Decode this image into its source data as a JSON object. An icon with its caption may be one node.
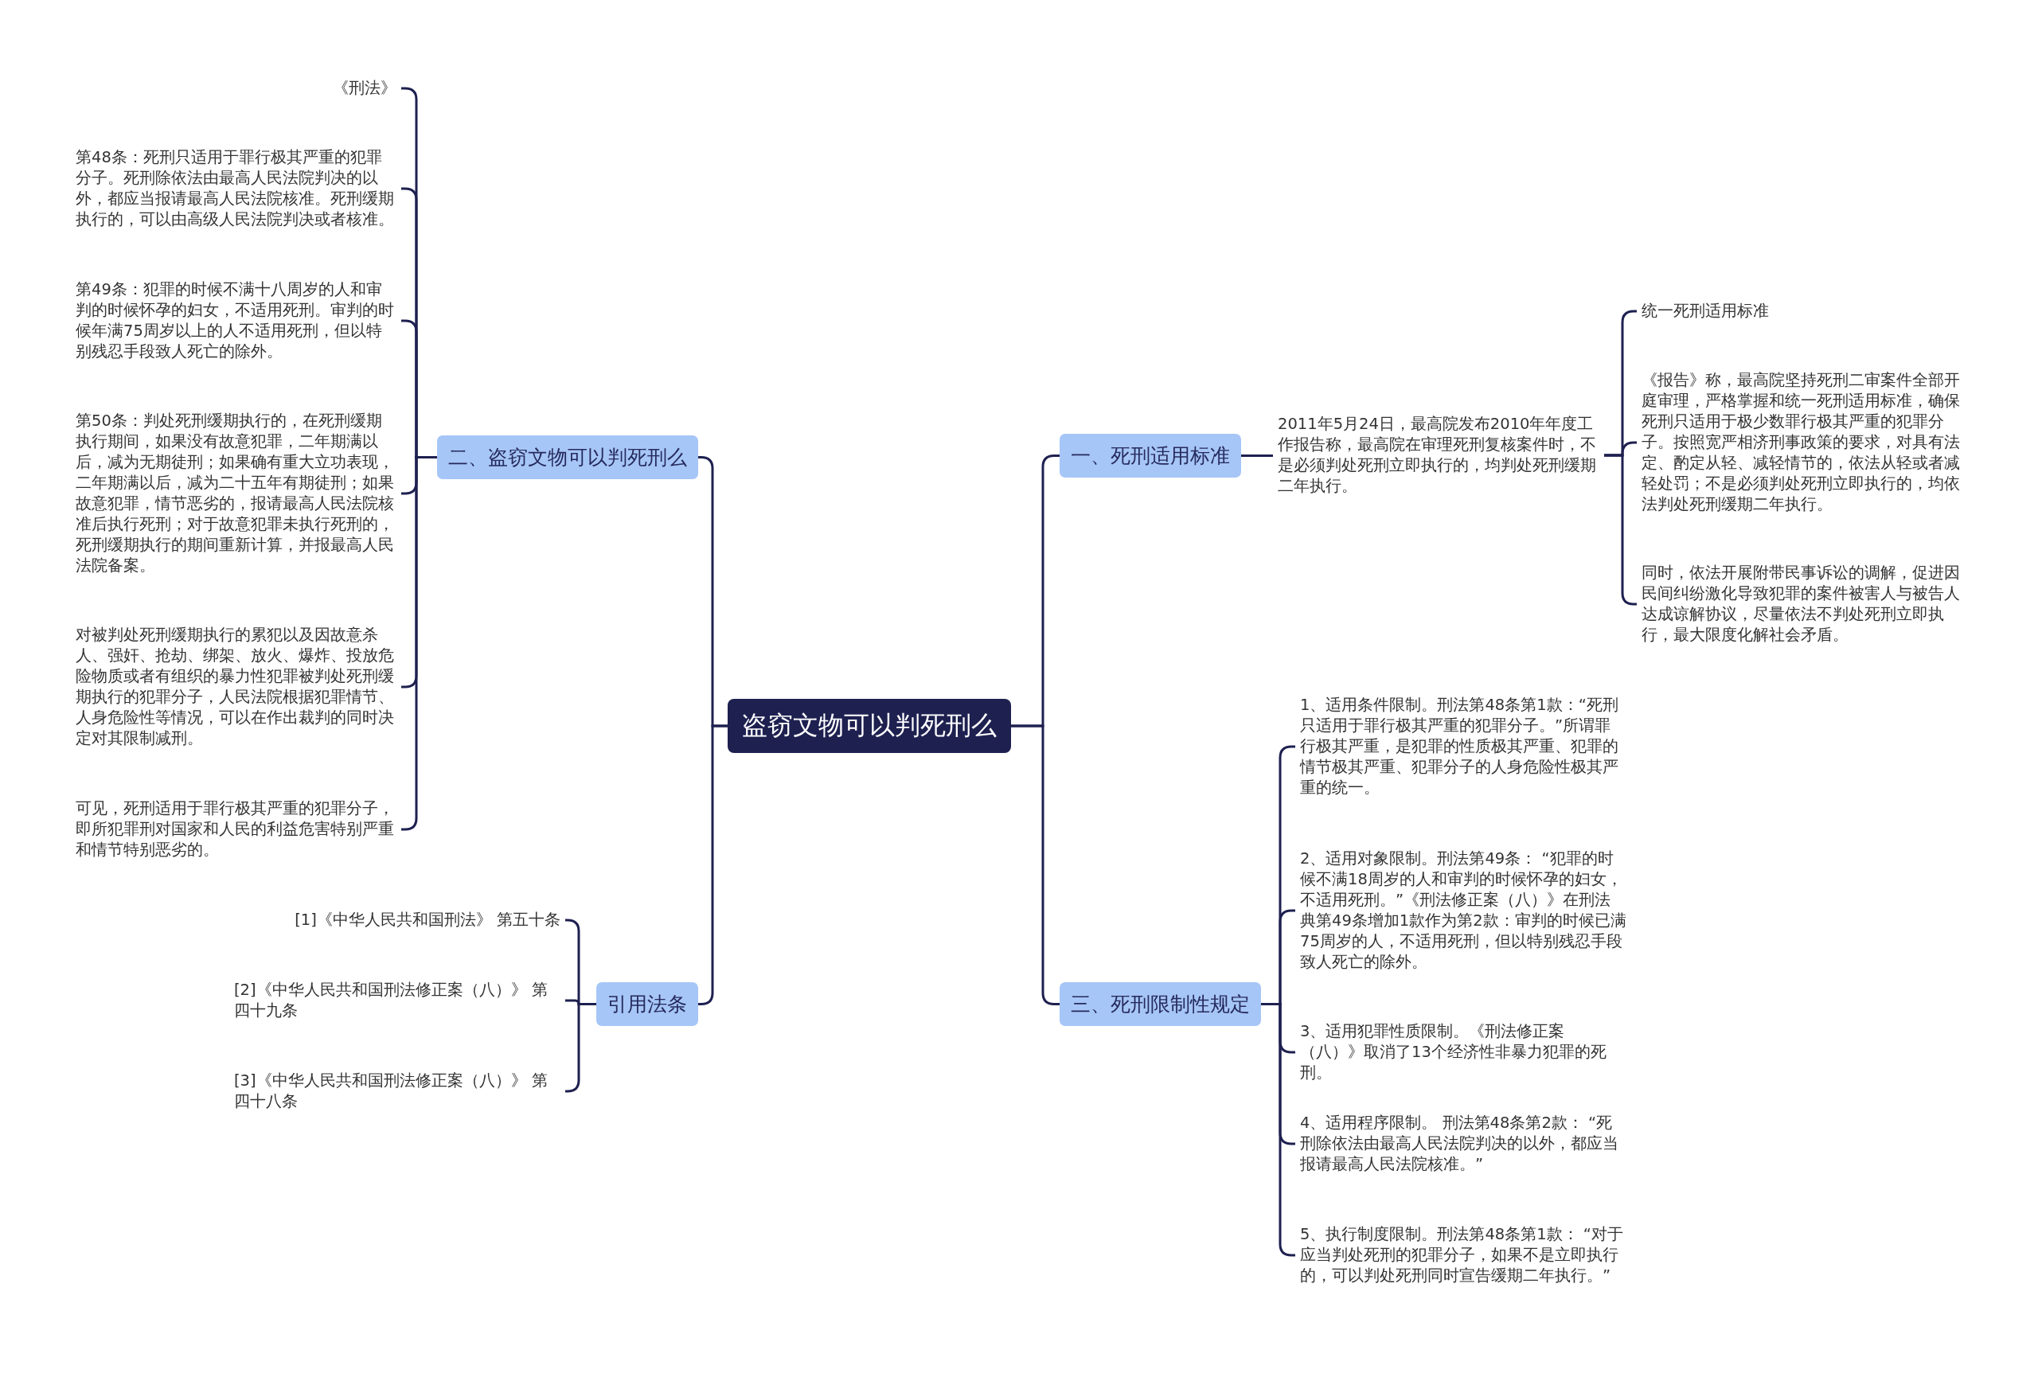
{
  "diagram": {
    "nodes": [
      {
        "text": [
          "盗窃文物可以判死刑么"
        ]
      },
      {
        "text": [
          "一、死刑适用标准"
        ]
      },
      {
        "text": [
          "2011年5月24日，最高院发布2010年年度工作报告称，最高院在审理死刑复核案件时，不是必须判处死刑立即执行的，均判处死刑缓期二年执行。"
        ]
      },
      {
        "text": [
          "统一死刑适用标准"
        ]
      },
      {
        "text": [
          "《报告》称，最高院坚持死刑二审案件全部开庭审理，严格掌握和统一死刑适用标准，确保死刑只适用于极少数罪行极其严重的犯罪分子。按照宽严相济刑事政策的要求，对具有法定、酌定从轻、减轻情节的，依法从轻或者减轻处罚；不是必须判处死刑立即执行的，均依法判处死刑缓期二年执行。"
        ]
      },
      {
        "text": [
          "同时，依法开展附带民事诉讼的调解，促进因民间纠纷激化导致犯罪的案件被害人与被告人达成谅解协议，尽量依法不判处死刑立即执行，最大限度化解社会矛盾。"
        ]
      },
      {
        "text": [
          "三、死刑限制性规定"
        ]
      },
      {
        "text": [
          "1、适用条件限制。刑法第48条第1款：“死刑只适用于罪行极其严重的犯罪分子。”所谓罪行极其严重，是犯罪的性质极其严重、犯罪的情节极其严重、犯罪分子的人身危险性极其严重的统一。"
        ]
      },
      {
        "text": [
          "2、适用对象限制。刑法第49条： “犯罪的时候不满18周岁的人和审判的时候怀孕的妇女，不适用死刑。”《刑法修正案（八）》在刑法典第49条增加1款作为第2款：审判的时候已满75周岁的人，不适用死刑，但以特别残忍手段致人死亡的除外。"
        ]
      },
      {
        "text": [
          "3、适用犯罪性质限制。《刑法修正案（八）》取消了13个经济性非暴力犯罪的死刑。"
        ]
      },
      {
        "text": [
          "4、适用程序限制。 刑法第48条第2款： “死刑除依法由最高人民法院判决的以外，都应当报请最高人民法院核准。”"
        ]
      },
      {
        "text": [
          "5、执行制度限制。刑法第48条第1款： “对于应当判处死刑的犯罪分子，如果不是立即执行的，可以判处死刑同时宣告缓期二年执行。”"
        ]
      },
      {
        "text": [
          "二、盗窃文物可以判死刑么"
        ]
      },
      {
        "text": [
          "《刑法》"
        ]
      },
      {
        "text": [
          "第48条：死刑只适用于罪行极其严重的犯罪分子。死刑除依法由最高人民法院判决的以外，都应当报请最高人民法院核准。死刑缓期执行的，可以由高级人民法院判决或者核准。"
        ]
      },
      {
        "text": [
          "第49条：犯罪的时候不满十八周岁的人和审判的时候怀孕的妇女，不适用死刑。审判的时候年满75周岁以上的人不适用死刑，但以特别残忍手段致人死亡的除外。"
        ]
      },
      {
        "text": [
          "第50条：判处死刑缓期执行的，在死刑缓期执行期间，如果没有故意犯罪，二年期满以后，减为无期徒刑；如果确有重大立功表现，二年期满以后，减为二十五年有期徒刑；如果故意犯罪，情节恶劣的，报请最高人民法院核准后执行死刑；对于故意犯罪未执行死刑的，死刑缓期执行的期间重新计算，并报最高人民法院备案。"
        ]
      },
      {
        "text": [
          "对被判处死刑缓期执行的累犯以及因故意杀人、强奸、抢劫、绑架、放火、爆炸、投放危险物质或者有组织的暴力性犯罪被判处死刑缓期执行的犯罪分子，人民法院根据犯罪情节、人身危险性等情况，可以在作出裁判的同时决定对其限制减刑。"
        ]
      },
      {
        "text": [
          "可见，死刑适用于罪行极其严重的犯罪分子，即所犯罪刑对国家和人民的利益危害特别严重和情节特别恶劣的。"
        ]
      },
      {
        "text": [
          "引用法条"
        ]
      },
      {
        "text": [
          "[1]《中华人民共和国刑法》 第五十条"
        ]
      },
      {
        "text": [
          "[2]《中华人民共和国刑法修正案（八）》 第四十九条"
        ]
      },
      {
        "text": [
          "[3]《中华人民共和国刑法修正案（八）》 第四十八条"
        ]
      }
    ],
    "edges": [
      {
        "from": 0,
        "to": 1,
        "arrow": "none"
      },
      {
        "from": 0,
        "to": 6,
        "arrow": "none"
      },
      {
        "from": 0,
        "to": 12,
        "arrow": "none"
      },
      {
        "from": 0,
        "to": 19,
        "arrow": "none"
      },
      {
        "from": 1,
        "to": 2,
        "arrow": "none"
      },
      {
        "from": 2,
        "to": 3,
        "arrow": "none"
      },
      {
        "from": 2,
        "to": 4,
        "arrow": "none"
      },
      {
        "from": 2,
        "to": 5,
        "arrow": "none"
      },
      {
        "from": 6,
        "to": 7,
        "arrow": "none"
      },
      {
        "from": 6,
        "to": 8,
        "arrow": "none"
      },
      {
        "from": 6,
        "to": 9,
        "arrow": "none"
      },
      {
        "from": 6,
        "to": 10,
        "arrow": "none"
      },
      {
        "from": 6,
        "to": 11,
        "arrow": "none"
      },
      {
        "from": 12,
        "to": 13,
        "arrow": "none"
      },
      {
        "from": 12,
        "to": 14,
        "arrow": "none"
      },
      {
        "from": 12,
        "to": 15,
        "arrow": "none"
      },
      {
        "from": 12,
        "to": 16,
        "arrow": "none"
      },
      {
        "from": 12,
        "to": 17,
        "arrow": "none"
      },
      {
        "from": 12,
        "to": 18,
        "arrow": "none"
      },
      {
        "from": 19,
        "to": 20,
        "arrow": "none"
      },
      {
        "from": 19,
        "to": 21,
        "arrow": "none"
      },
      {
        "from": 19,
        "to": 22,
        "arrow": "none"
      }
    ]
  }
}
